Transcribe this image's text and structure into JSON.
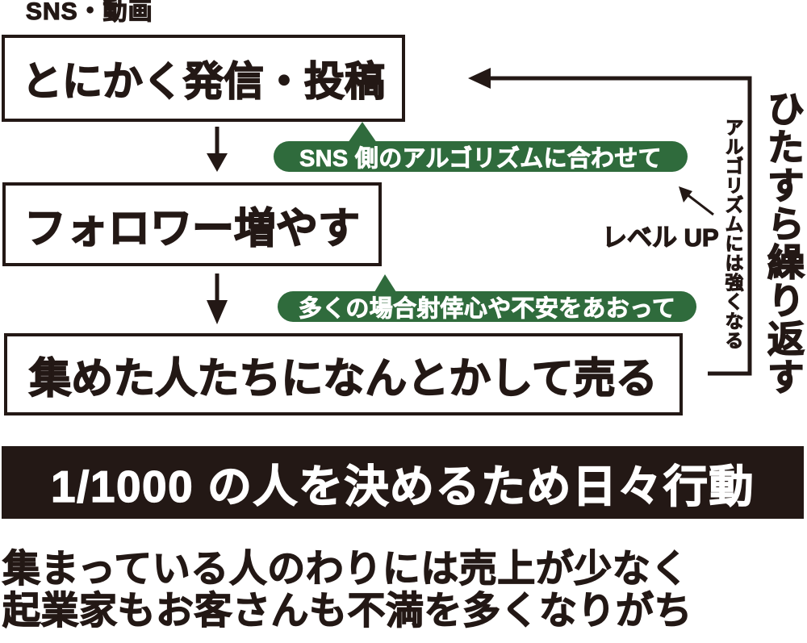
{
  "colors": {
    "ink": "#231815",
    "green": "#2f6b3c",
    "white": "#ffffff"
  },
  "top_label": "SNS・動画",
  "flow": {
    "box1": "とにかく発信・投稿",
    "box2": "フォロワー増やす",
    "box3": "集めた人たちになんとかして売る",
    "pill1": "SNS 側のアルゴリズムに合わせて",
    "pill2": "多くの場合射倖心や不安をあおって"
  },
  "side": {
    "big_vertical": "ひたすら繰り返す",
    "small_vertical": "アルゴリズムには強くなる",
    "level_up": "レベル UP"
  },
  "banner": "1/1000 の人を決めるため日々行動",
  "bottom_text": {
    "line1": "集まっている人のわりには売上が少なく",
    "line2": "起業家もお客さんも不満を多くなりがち"
  }
}
